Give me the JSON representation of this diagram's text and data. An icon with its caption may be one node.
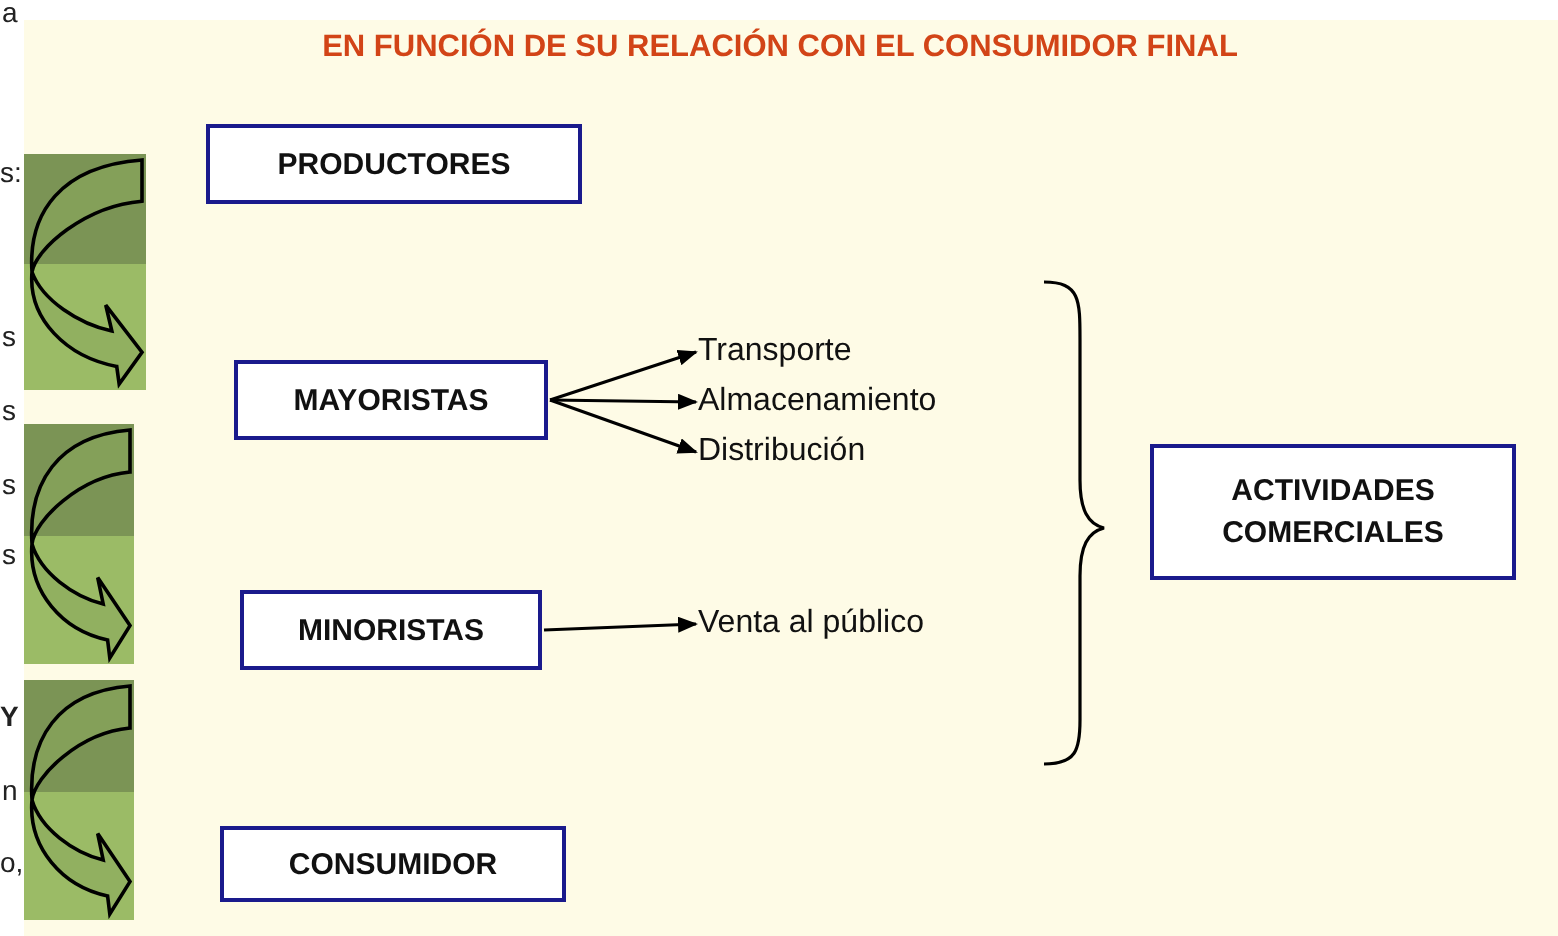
{
  "diagram": {
    "title": "EN FUNCIÓN DE SU RELACIÓN CON EL CONSUMIDOR FINAL",
    "nodes": [
      {
        "text": [
          "PRODUCTORES"
        ]
      },
      {
        "text": [
          "MAYORISTAS"
        ]
      },
      {
        "text": [
          "MINORISTAS"
        ]
      },
      {
        "text": [
          "CONSUMIDOR"
        ]
      },
      {
        "text": [
          "Transporte"
        ]
      },
      {
        "text": [
          "Almacenamiento"
        ]
      },
      {
        "text": [
          "Distribución"
        ]
      },
      {
        "text": [
          "Venta al público"
        ]
      },
      {
        "text": [
          "ACTIVIDADES COMERCIALES"
        ]
      }
    ],
    "edges": [
      {
        "from": 1,
        "to": 4,
        "arrow": "to"
      },
      {
        "from": 1,
        "to": 5,
        "arrow": "to"
      },
      {
        "from": 1,
        "to": 6,
        "arrow": "to"
      },
      {
        "from": 2,
        "to": 7,
        "arrow": "to"
      }
    ],
    "labels": [
      "a",
      "s:",
      "s",
      "s",
      "s",
      "s",
      "Y",
      "n",
      "o,"
    ]
  }
}
